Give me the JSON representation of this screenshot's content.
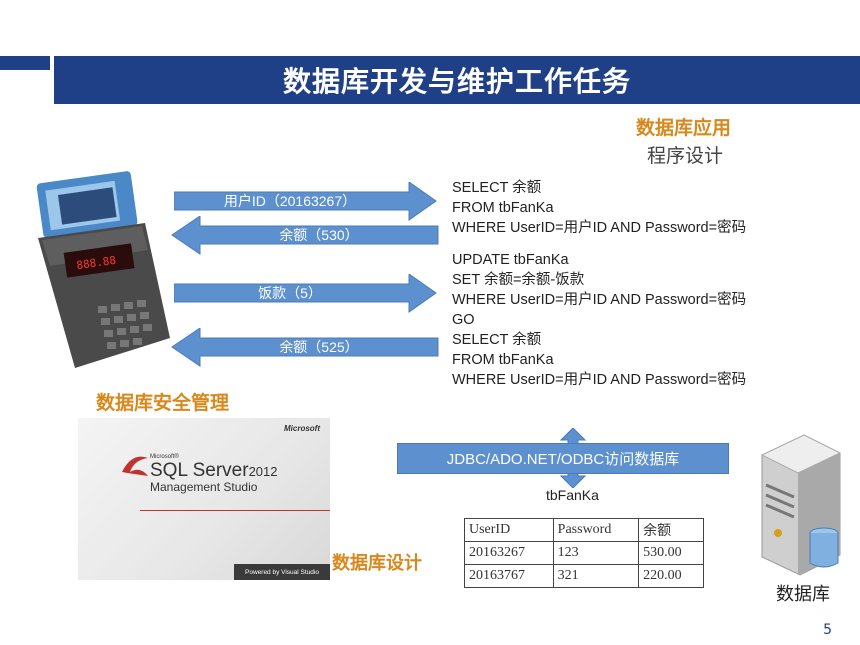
{
  "title": "数据库开发与维护工作任务",
  "app_label": {
    "line1": "数据库应用",
    "line2": "程序设计"
  },
  "security_label": "数据库安全管理",
  "design_label": "数据库设计",
  "db_label": "数据库",
  "arrows": [
    {
      "label": "用户ID（20163267）",
      "direction": "right"
    },
    {
      "label": "余额（530）",
      "direction": "left"
    },
    {
      "label": "饭款（5）",
      "direction": "right"
    },
    {
      "label": "余额（525）",
      "direction": "left"
    }
  ],
  "sql_lines": [
    "SELECT 余额",
    "FROM tbFanKa",
    "WHERE UserID=用户ID  AND  Password=密码",
    "UPDATE tbFanKa",
    "SET 余额=余额-饭款",
    "WHERE UserID=用户ID  AND  Password=密码",
    "GO",
    "SELECT 余额",
    "FROM tbFanKa",
    "WHERE UserID=用户ID  AND  Password=密码"
  ],
  "jdbc_label": "JDBC/ADO.NET/ODBC访问数据库",
  "table_name": "tbFanKa",
  "table": {
    "headers": [
      "UserID",
      "Password",
      "余额"
    ],
    "rows": [
      [
        "20163267",
        "123",
        "530.00"
      ],
      [
        "20163767",
        "321",
        "220.00"
      ]
    ]
  },
  "ssms": {
    "microsoft": "Microsoft",
    "microsoft_small": "Microsoft®",
    "product": "SQL Server",
    "version": "2012",
    "subtitle": "Management Studio",
    "powered": "Powered by Visual Studio"
  },
  "page_number": "5",
  "colors": {
    "title_bar": "#1f3f86",
    "arrow": "#5d90cf",
    "orange": "#d8891e"
  }
}
